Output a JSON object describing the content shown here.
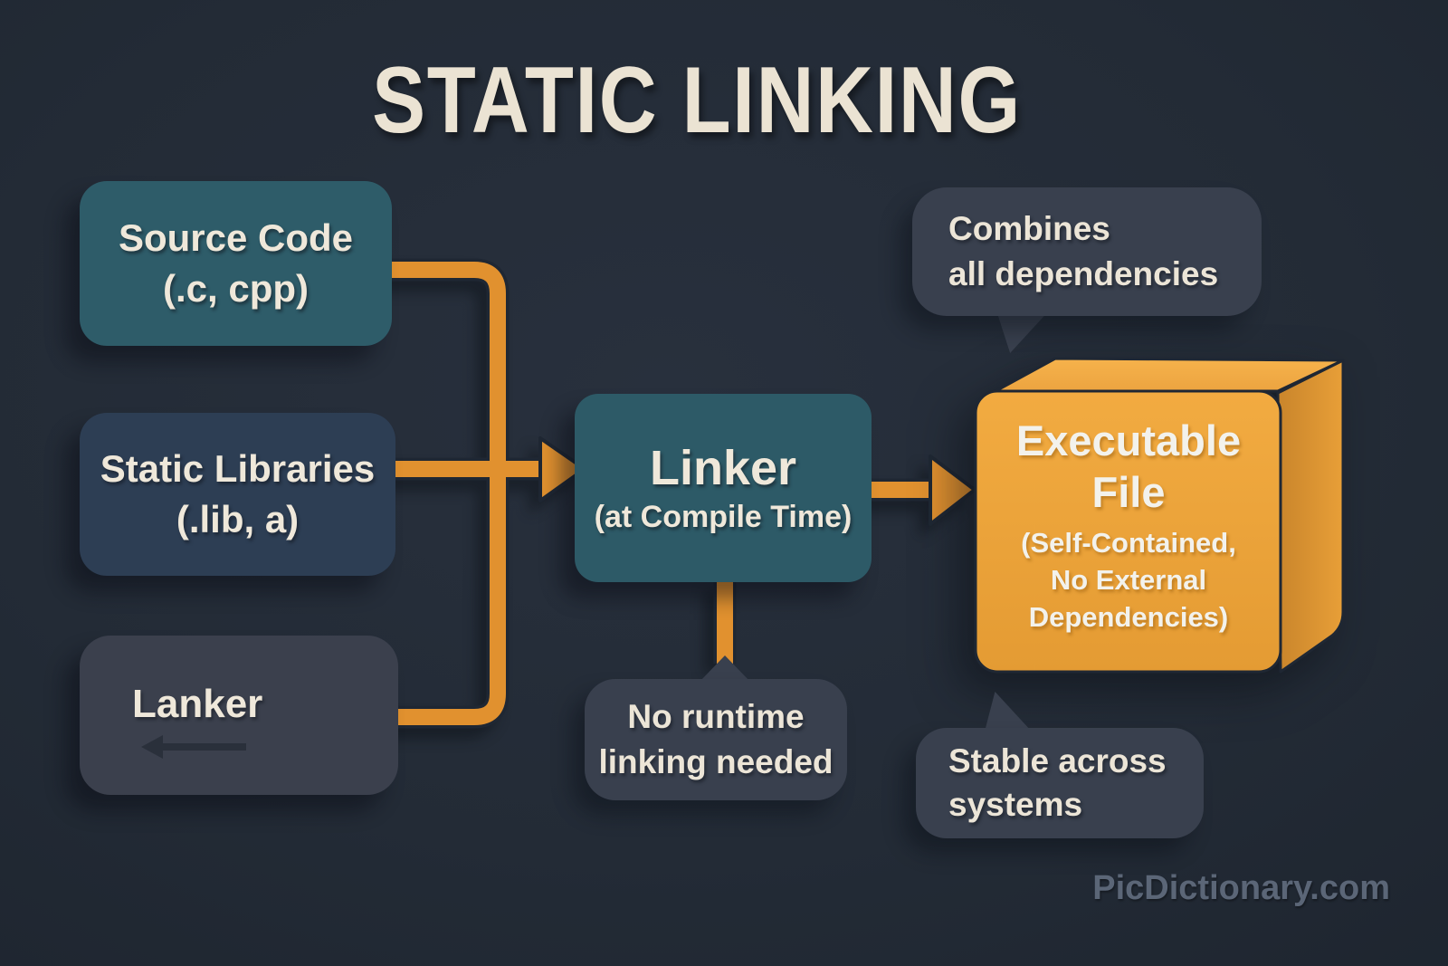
{
  "title": "STATIC LINKING",
  "watermark": "PicDictionary.com",
  "colors": {
    "background": "#232b36",
    "teal_box": "#2d5b68",
    "navy_box": "#2d3e54",
    "gray_box": "#3b404d",
    "bubble": "#39404e",
    "connector_orange": "#e1912f",
    "executable_orange": "#eda63e",
    "text_cream": "#efe8da",
    "watermark_gray": "#5b6677"
  },
  "nodes": {
    "source": {
      "line1": "Source Code",
      "line2": "(.c, cpp)"
    },
    "static_libs": {
      "line1": "Static Libraries",
      "line2": "(.lib, a)"
    },
    "lanker": {
      "label": "Lanker",
      "icon": "arrow-left-icon"
    },
    "linker": {
      "line1": "Linker",
      "line2": "(at Compile Time)"
    },
    "executable": {
      "line1": "Executable",
      "line2": "File",
      "line3": "(Self-Contained,",
      "line4": "No External",
      "line5": "Dependencies)"
    }
  },
  "callouts": {
    "combines": {
      "line1": "Combines",
      "line2": "all dependencies"
    },
    "no_runtime": {
      "line1": "No runtime",
      "line2": "linking needed"
    },
    "stable": {
      "line1": "Stable across",
      "line2": "systems"
    }
  }
}
